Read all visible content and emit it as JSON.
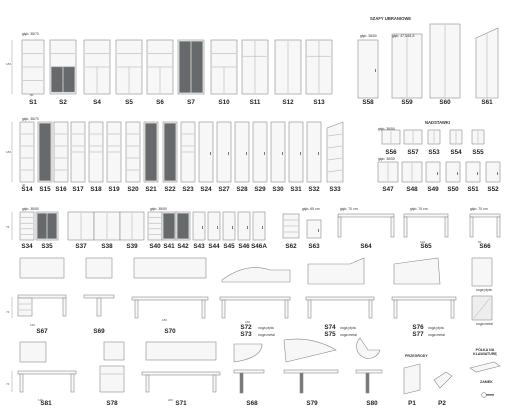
{
  "headings": {
    "szafy_ubraniowe": "SZAFY UBRANIOWE",
    "nadstawki": "NADSTAWKI",
    "przegrody": "PRZEGRODY",
    "polka_klawiature": "PÓŁKA NA KLAWIATURĘ",
    "zamek": "ZAMEK"
  },
  "depth_notes": [
    "głęb. 38/70",
    "głęb. 38/50",
    "głęb. 47,5/61,5",
    "głęb. 38/70",
    "głęb. 38/50",
    "głęb. 38/50",
    "głęb. 38/50",
    "głęb. 38/50",
    "głęb. 65 cm",
    "głęb. 70 cm",
    "głęb. 70 cm",
    "głęb. 70 cm"
  ],
  "legs_notes": {
    "s72_plyta": "noga płyta",
    "s73_metal": "noga metal",
    "s74_plyta": "noga płyta",
    "s75_metal": "noga metal",
    "s76_plyta": "noga płyta",
    "s77_metal": "noga metal",
    "right_plyta": "noga płyta",
    "right_metal": "noga metal"
  },
  "row1": [
    "S1",
    "S2",
    "S4",
    "S5",
    "S6",
    "S7",
    "S10",
    "S11",
    "S12",
    "S13",
    "S58",
    "S59",
    "S60",
    "S61"
  ],
  "row2": [
    "S14",
    "S15",
    "S16",
    "S17",
    "S18",
    "S19",
    "S20",
    "S21",
    "S22",
    "S23",
    "S24",
    "S27",
    "S28",
    "S29",
    "S30",
    "S31",
    "S32",
    "S33"
  ],
  "nadstawki_row1": [
    "S56",
    "S57",
    "S53",
    "S54",
    "S55"
  ],
  "nadstawki_row2": [
    "S47",
    "S48",
    "S49",
    "S50",
    "S51",
    "S52"
  ],
  "row3": [
    "S34",
    "S35",
    "S37",
    "S38",
    "S39",
    "S40",
    "S41",
    "S42",
    "S43",
    "S44",
    "S45",
    "S46",
    "S46A",
    "S62",
    "S63",
    "S64",
    "S65",
    "S66"
  ],
  "row4": [
    "S67",
    "S69",
    "S70",
    "S72",
    "S73",
    "S74",
    "S75",
    "S76",
    "S77"
  ],
  "row5": [
    "S81",
    "S78",
    "S71",
    "S68",
    "S79",
    "S80",
    "P1",
    "P2"
  ],
  "dims": {
    "h184": "184",
    "h76": "76",
    "h74": "74",
    "w80": "80",
    "w40": "40",
    "w160": "160",
    "w180": "180",
    "w120": "120",
    "w200": "200",
    "w100": "100",
    "w60": "60"
  }
}
